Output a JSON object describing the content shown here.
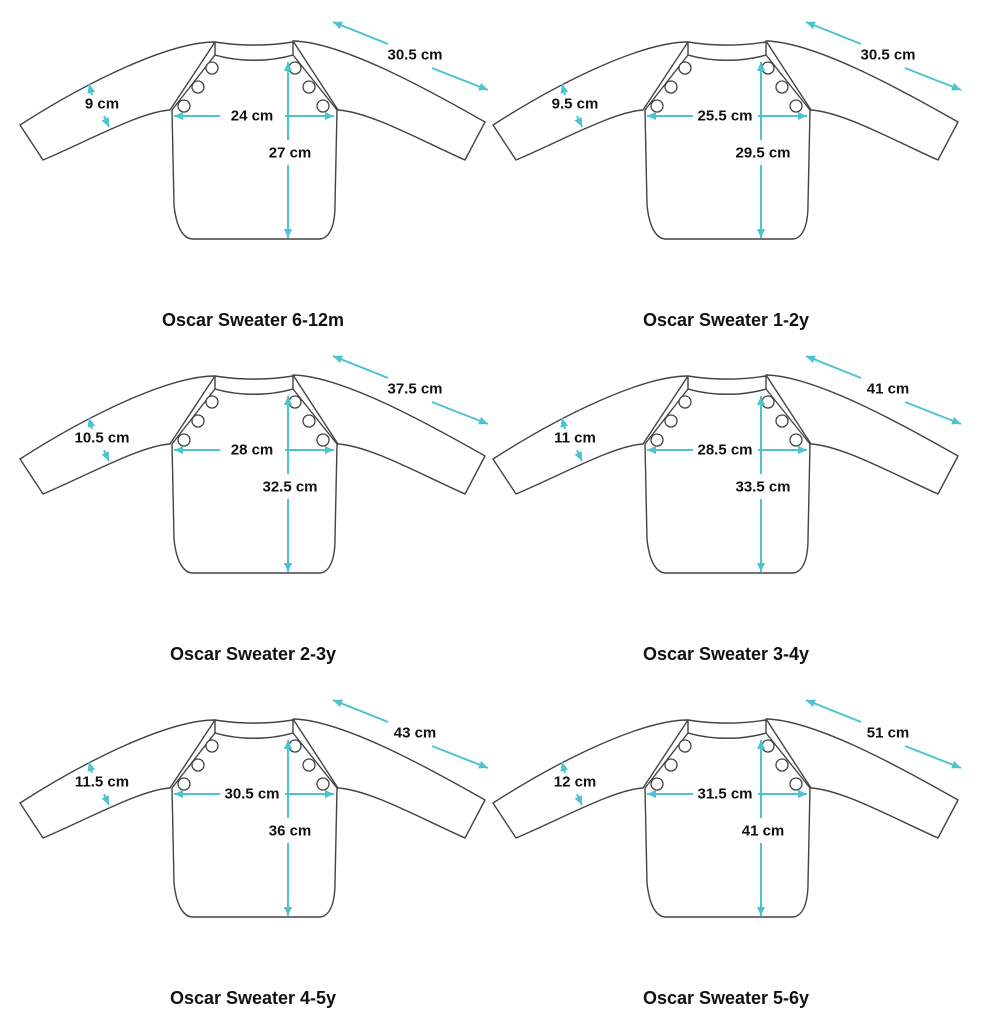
{
  "colors": {
    "measure": "#4cc3cf",
    "outline": "#444444"
  },
  "sweaters": [
    {
      "title": "Oscar Sweater 6-12m",
      "sleeve_length": "30.5 cm",
      "sleeve_width": "9 cm",
      "chest_width": "24 cm",
      "body_length": "27 cm"
    },
    {
      "title": "Oscar Sweater 1-2y",
      "sleeve_length": "30.5 cm",
      "sleeve_width": "9.5 cm",
      "chest_width": "25.5 cm",
      "body_length": "29.5 cm"
    },
    {
      "title": "Oscar Sweater 2-3y",
      "sleeve_length": "37.5 cm",
      "sleeve_width": "10.5 cm",
      "chest_width": "28 cm",
      "body_length": "32.5 cm"
    },
    {
      "title": "Oscar Sweater 3-4y",
      "sleeve_length": "41 cm",
      "sleeve_width": "11 cm",
      "chest_width": "28.5 cm",
      "body_length": "33.5 cm"
    },
    {
      "title": "Oscar Sweater 4-5y",
      "sleeve_length": "43 cm",
      "sleeve_width": "11.5 cm",
      "chest_width": "30.5 cm",
      "body_length": "36 cm"
    },
    {
      "title": "Oscar Sweater 5-6y",
      "sleeve_length": "51 cm",
      "sleeve_width": "12 cm",
      "chest_width": "31.5 cm",
      "body_length": "41 cm"
    }
  ]
}
